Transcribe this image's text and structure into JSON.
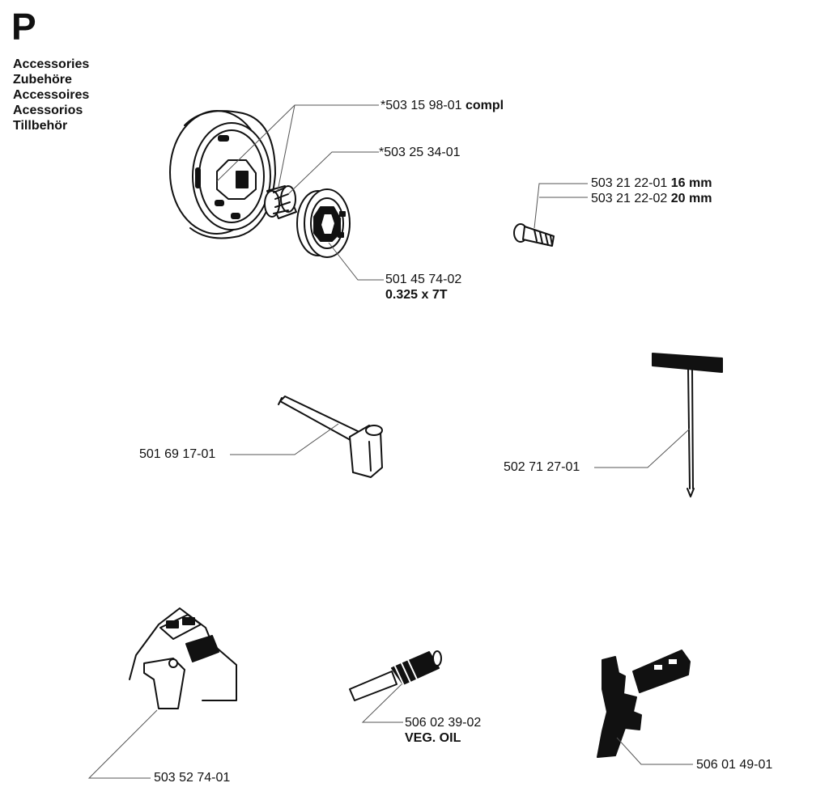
{
  "section_letter": "P",
  "titles": [
    "Accessories",
    "Zubehöre",
    "Accessoires",
    "Acessorios",
    "Tillbehör"
  ],
  "parts": {
    "clutch_drum": {
      "number": "*503 15 98-01",
      "note": "compl"
    },
    "needle_bearing": {
      "number": "*503 25 34-01"
    },
    "rim_sprocket": {
      "number": "501 45 74-02",
      "note": "0.325 x 7T"
    },
    "bolt_16": {
      "number": "503 21 22-01",
      "note": "16 mm"
    },
    "bolt_20": {
      "number": "503 21 22-02",
      "note": "20 mm"
    },
    "combi_spanner": {
      "number": "501 69 17-01"
    },
    "torx_key": {
      "number": "502 71 27-01"
    },
    "oil_pump_adjuster": {
      "number": "503 52 74-01"
    },
    "oil_filter_tool": {
      "number": "506 02 39-02",
      "note": "VEG. OIL"
    },
    "depth_gauge": {
      "number": "506 01 49-01"
    }
  }
}
